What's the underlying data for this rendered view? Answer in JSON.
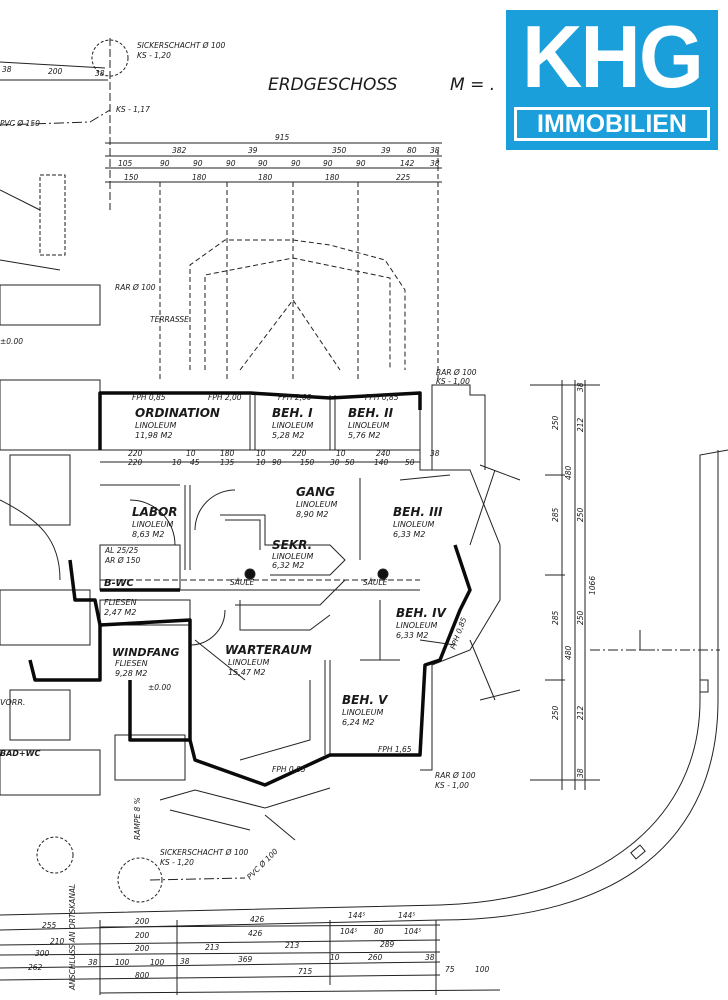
{
  "plan": {
    "title": "ERDGESCHOSS",
    "scale": "M = .",
    "rooms": [
      {
        "name": "ORDINATION",
        "floor": "LINOLEUM",
        "area": "11,98 M2"
      },
      {
        "name": "BEH. I",
        "floor": "LINOLEUM",
        "area": "5,28 M2"
      },
      {
        "name": "BEH. II",
        "floor": "LINOLEUM",
        "area": "5,76 M2"
      },
      {
        "name": "LABOR",
        "floor": "LINOLEUM",
        "area": "8,63 M2"
      },
      {
        "name": "GANG",
        "floor": "LINOLEUM",
        "area": "8,90 M2"
      },
      {
        "name": "BEH. III",
        "floor": "LINOLEUM",
        "area": "6,33 M2"
      },
      {
        "name": "SEKR.",
        "floor": "LINOLEUM",
        "area": "6,32 M2"
      },
      {
        "name": "BEH. IV",
        "floor": "LINOLEUM",
        "area": "6,33 M2"
      },
      {
        "name": "WARTERAUM",
        "floor": "LINOLEUM",
        "area": "15,47 M2"
      },
      {
        "name": "BEH. V",
        "floor": "LINOLEUM",
        "area": "6,24 M2"
      },
      {
        "name": "B-WC",
        "floor": "FLIESEN",
        "area": "2,47 M2"
      },
      {
        "name": "WINDFANG",
        "floor": "FLIESEN",
        "area": "9,28 M2"
      }
    ],
    "notes": {
      "sickerschacht_top": "SICKERSCHACHT Ø 100",
      "ks_top": "KS - 1,20",
      "ks_117": "KS - 1,17",
      "sickerschacht_bottom": "SICKERSCHACHT Ø 100",
      "ks_bottom": "KS - 1,20",
      "terrasse": "TERRASSE",
      "saule1": "SÄULE",
      "saule2": "SÄULE",
      "level": "±0.00",
      "level_left": "±0.00",
      "rar_right": "RAR Ø 100",
      "ks_right": "KS - 1,00",
      "rar_top": "RAR Ø 100",
      "ks_top_right": "KS - 1,00",
      "fph1": "FPH 0,85",
      "fph2": "FPH 2,00",
      "fph3": "FPH 2,00",
      "fph4": "FPH 0,85",
      "fph5": "FPH 1,65",
      "fph6": "FPH 0,85",
      "fph7": "FPH 0,85",
      "rampe": "RAMPE 8 %",
      "anschluss": "ANSCHLUSS AN ORTSKANAL",
      "pvc": "PVC Ø 150",
      "al": "AL 25/25",
      "ar": "AR Ø 150",
      "badwc": "BAD+WC",
      "vorr": "VORR.",
      "pvc_bottom": "PVC Ø 100"
    },
    "dims_top": {
      "total": "915",
      "row1": [
        "382",
        "39",
        "350",
        "39",
        "80",
        "38"
      ],
      "row2": [
        "105",
        "90",
        "90",
        "90",
        "90",
        "90",
        "90",
        "90",
        "142",
        "38"
      ],
      "row3": [
        "150",
        "180",
        "180",
        "180",
        "225"
      ],
      "left": [
        "38",
        "200",
        "38"
      ]
    },
    "dims_right": {
      "outer": [
        "250",
        "285",
        "285",
        "250"
      ],
      "mid": [
        "480",
        "480"
      ],
      "inner": [
        "38",
        "212",
        "250",
        "250",
        "212",
        "38"
      ],
      "total": "1066"
    },
    "dims_bottom": {
      "row1": [
        "200",
        "426",
        "144⁵",
        "144⁵"
      ],
      "row2": [
        "200",
        "426",
        "104⁵",
        "80",
        "104⁵"
      ],
      "row3": [
        "200",
        "213",
        "213",
        "289"
      ],
      "row4": [
        "38",
        "100",
        "100",
        "38",
        "369",
        "10",
        "260",
        "38"
      ],
      "row5": [
        "800",
        "715",
        "75",
        "100"
      ],
      "left": [
        "255",
        "210",
        "300",
        "262"
      ]
    },
    "dims_interior": [
      "220",
      "10",
      "180",
      "10",
      "220",
      "10",
      "240",
      "38",
      "220",
      "10",
      "45",
      "135",
      "10",
      "90",
      "150",
      "30",
      "50",
      "140",
      "50"
    ]
  },
  "logo": {
    "main": "KHG",
    "sub": "IMMOBILIEN",
    "color": "#1a9fdb"
  }
}
